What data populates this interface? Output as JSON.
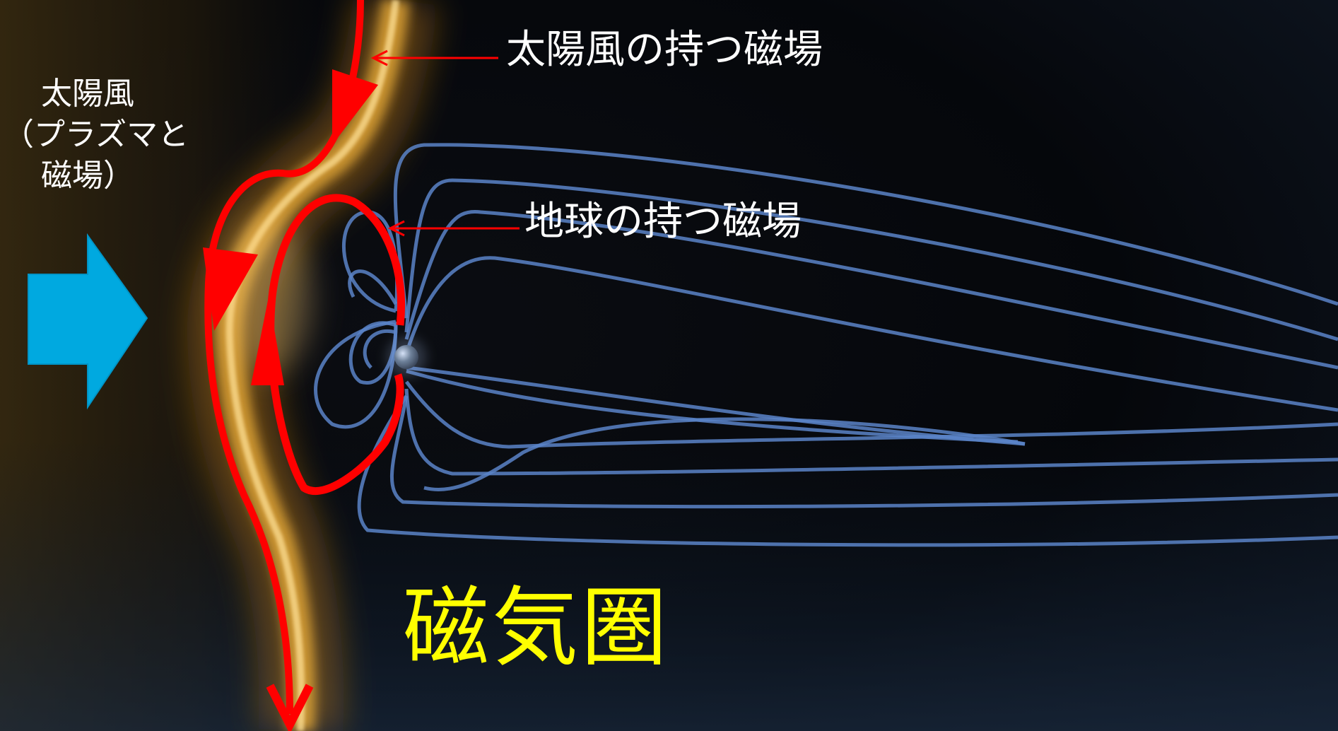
{
  "labels": {
    "solar_wind_line1": "太陽風",
    "solar_wind_line2": "（プラズマと",
    "solar_wind_line3": "磁場）",
    "solar_wind_field": "太陽風の持つ磁場",
    "earth_field": "地球の持つ磁場",
    "magnetosphere": "磁気圏"
  },
  "colors": {
    "background": "#05070c",
    "solar_glow": "#f2b23a",
    "field_lines": "#5a84c8",
    "red_field_lines": "#ff0000",
    "wind_arrow": "#00a9e0",
    "magnetosphere_text": "#ffff00",
    "label_text": "#ffffff"
  }
}
